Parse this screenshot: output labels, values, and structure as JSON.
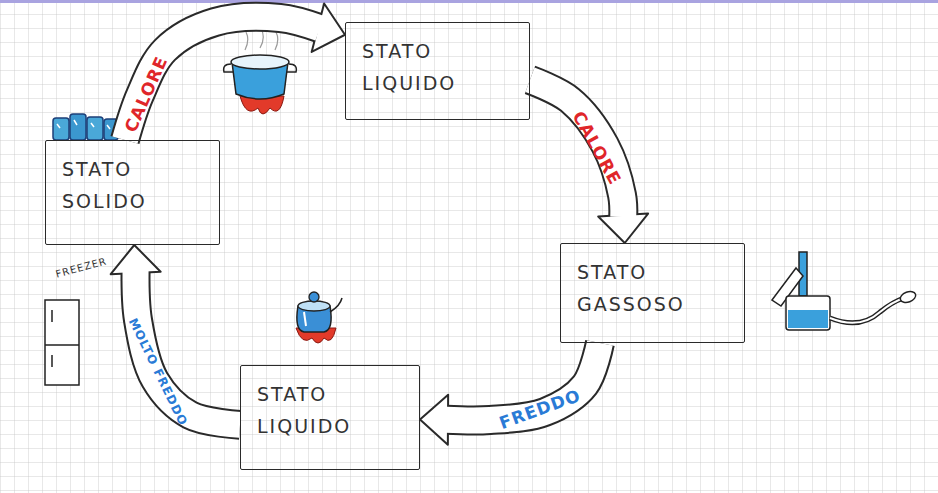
{
  "diagram": {
    "nodes": [
      {
        "text": [
          "STATO SOLIDO"
        ]
      },
      {
        "text": [
          "STATO LIQUIDO"
        ]
      },
      {
        "text": [
          "STATO GASSOSO"
        ]
      },
      {
        "text": [
          "STATO LIQUIDO"
        ]
      }
    ],
    "edges": [
      {
        "from": 0,
        "to": 1,
        "label": "CALORE",
        "arrow": "to"
      },
      {
        "from": 1,
        "to": 2,
        "label": "CALORE",
        "arrow": "to"
      },
      {
        "from": 2,
        "to": 3,
        "label": "FREDDO",
        "arrow": "to"
      },
      {
        "from": 3,
        "to": 0,
        "label": "MOLTO FREDDO",
        "arrow": "to"
      }
    ],
    "labels": [
      "FREEZER"
    ]
  }
}
